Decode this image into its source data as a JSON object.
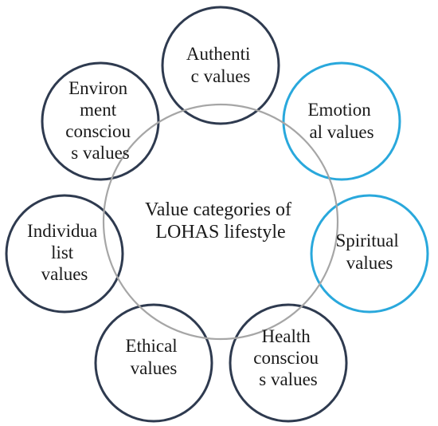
{
  "colors": {
    "dark_ring": "#2e3a4f",
    "blue_ring": "#29a8dc",
    "center_ring": "#a6a6a6",
    "text": "#1a1a1a"
  },
  "center": {
    "lines": [
      "Value categories of",
      "LOHAS lifestyle"
    ]
  },
  "categories": [
    {
      "id": "authentic",
      "lines": [
        "Authenti",
        "c values"
      ],
      "color": "dark"
    },
    {
      "id": "emotional",
      "lines": [
        "Emotion",
        "al values"
      ],
      "color": "blue"
    },
    {
      "id": "spiritual",
      "lines": [
        "Spiritual",
        "values"
      ],
      "color": "blue"
    },
    {
      "id": "health",
      "lines": [
        "Health",
        "consciou",
        "s values"
      ],
      "color": "dark"
    },
    {
      "id": "ethical",
      "lines": [
        "Ethical",
        "values"
      ],
      "color": "dark"
    },
    {
      "id": "individualist",
      "lines": [
        "Individua",
        "list",
        "values"
      ],
      "color": "dark"
    },
    {
      "id": "environment",
      "lines": [
        "Environ",
        "ment",
        "consciou",
        "s values"
      ],
      "color": "dark"
    }
  ]
}
